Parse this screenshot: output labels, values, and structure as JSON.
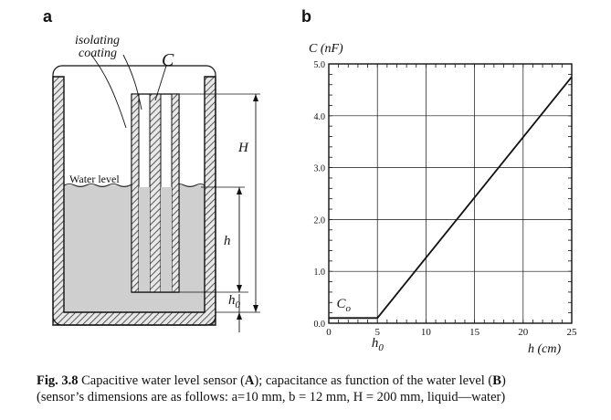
{
  "panel_a": {
    "letter": "a",
    "label_isolating_coating_line1": "isolating",
    "label_isolating_coating_line2": "coating",
    "label_C": "C",
    "label_water_level": "Water level",
    "label_H": "H",
    "label_h": "h",
    "label_h0_main": "h",
    "label_h0_sub": "0"
  },
  "panel_b": {
    "letter": "b"
  },
  "chart_data": {
    "type": "line",
    "ylabel": "C (nF)",
    "xlabel": "h (cm)",
    "xlim": [
      0,
      25
    ],
    "ylim": [
      0,
      5.0
    ],
    "x_ticks": [
      "0",
      "5",
      "10",
      "15",
      "20",
      "25"
    ],
    "y_ticks": [
      "0.0",
      "1.0",
      "2.0",
      "3.0",
      "4.0",
      "5.0"
    ],
    "grid": true,
    "annotations": [
      {
        "text": "C",
        "subscript": "o"
      },
      {
        "text": "h",
        "subscript": "0"
      }
    ],
    "series": [
      {
        "x": [
          0,
          5,
          25
        ],
        "y": [
          0.1,
          0.1,
          4.75
        ]
      }
    ]
  },
  "caption": {
    "fig_label": "Fig. 3.8",
    "text_1": " Capacitive water level sensor (",
    "bold_A": "A",
    "text_2": "); capacitance as function of the water level (",
    "bold_B": "B",
    "text_3": ")",
    "text_line2": "(sensor’s dimensions are as follows: a=10 mm, b = 12 mm, H = 200 mm, liquid—water)"
  }
}
